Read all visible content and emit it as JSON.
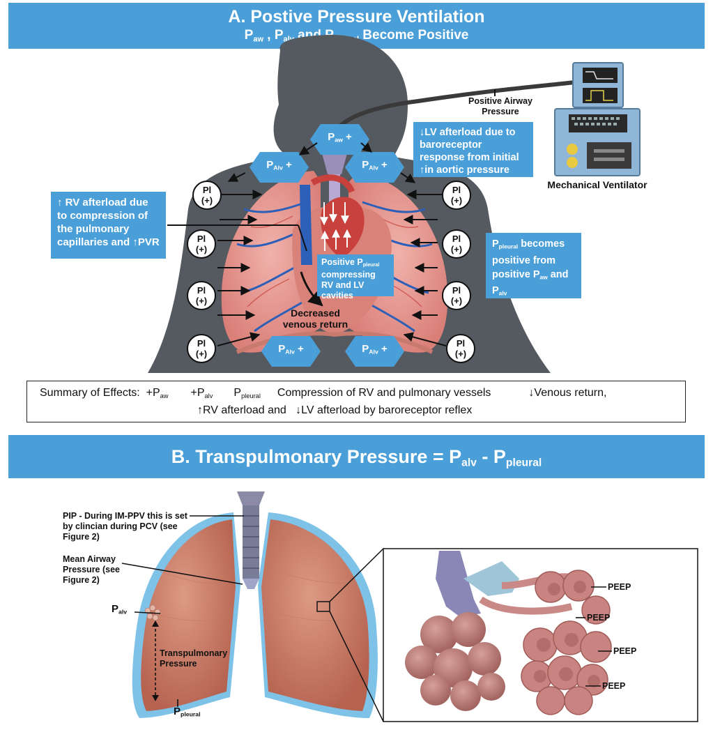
{
  "panel_a": {
    "title": "A. Postive Pressure Ventilation",
    "subtitle": {
      "p1": "P",
      "aw": "aw",
      "sep": " , P",
      "alv": "alv",
      "and": " and P",
      "pleural": "pleural",
      "end": " Become Positive"
    }
  },
  "labels": {
    "positive_airway": "Positive Airway Pressure",
    "mechanical_ventilator": "Mechanical Ventilator",
    "lv_afterload": "↓LV afterload due to baroreceptor response from initial ↑in aortic pressure",
    "rv_afterload": "↑ RV afterload due to compression of the pulmonary capillaries and ↑PVR",
    "pleural_becomes": {
      "p": "P",
      "sub": "pleural",
      "rest": " becomes positive from positive P",
      "aw": "aw",
      "and": " and P",
      "alv": "alv"
    },
    "positive_pleural": {
      "p": "Positive P",
      "sub": "pleural",
      "rest": " compressing RV and LV cavities"
    },
    "decreased_venous": "Decreased venous return"
  },
  "hex": {
    "paw": {
      "p": "P",
      "sub": "aw",
      "sign": " +"
    },
    "palv": {
      "p": "P",
      "sub": "Alv",
      "sign": " +"
    }
  },
  "pl_circle": {
    "top": "Pl",
    "bottom": "(+)"
  },
  "summary": {
    "lead": "Summary of Effects:",
    "paw": "+P",
    "paw_sub": "aw",
    "palv": "+P",
    "palv_sub": "alv",
    "ppl": "P",
    "ppl_sub": "pleural",
    "compression": "Compression of RV and pulmonary vessels",
    "venous": "↓Venous return,",
    "line2a": "↑RV afterload and",
    "line2b": "↓LV afterload by baroreceptor reflex"
  },
  "panel_b": {
    "title_pre": "B. Transpulmonary Pressure = P",
    "alv": "alv",
    "minus": " - P",
    "pleural": "pleural"
  },
  "panel_b_labels": {
    "pip": "PIP - During IM-PPV this is set by clincian during PCV (see Figure 2)",
    "mean_airway": "Mean Airway Pressure (see Figure 2)",
    "palv_p": "P",
    "palv_sub": "alv",
    "transpulmonary": "Transpulmonary Pressure",
    "ppleural_p": "P",
    "ppleural_sub": "pleural",
    "peep": "PEEP"
  },
  "colors": {
    "banner": "#4a9fd8",
    "silhouette": "#555a60",
    "lung": "#e79a94",
    "vessel_blue": "#2b5fb8",
    "heart_red": "#c9413c"
  }
}
